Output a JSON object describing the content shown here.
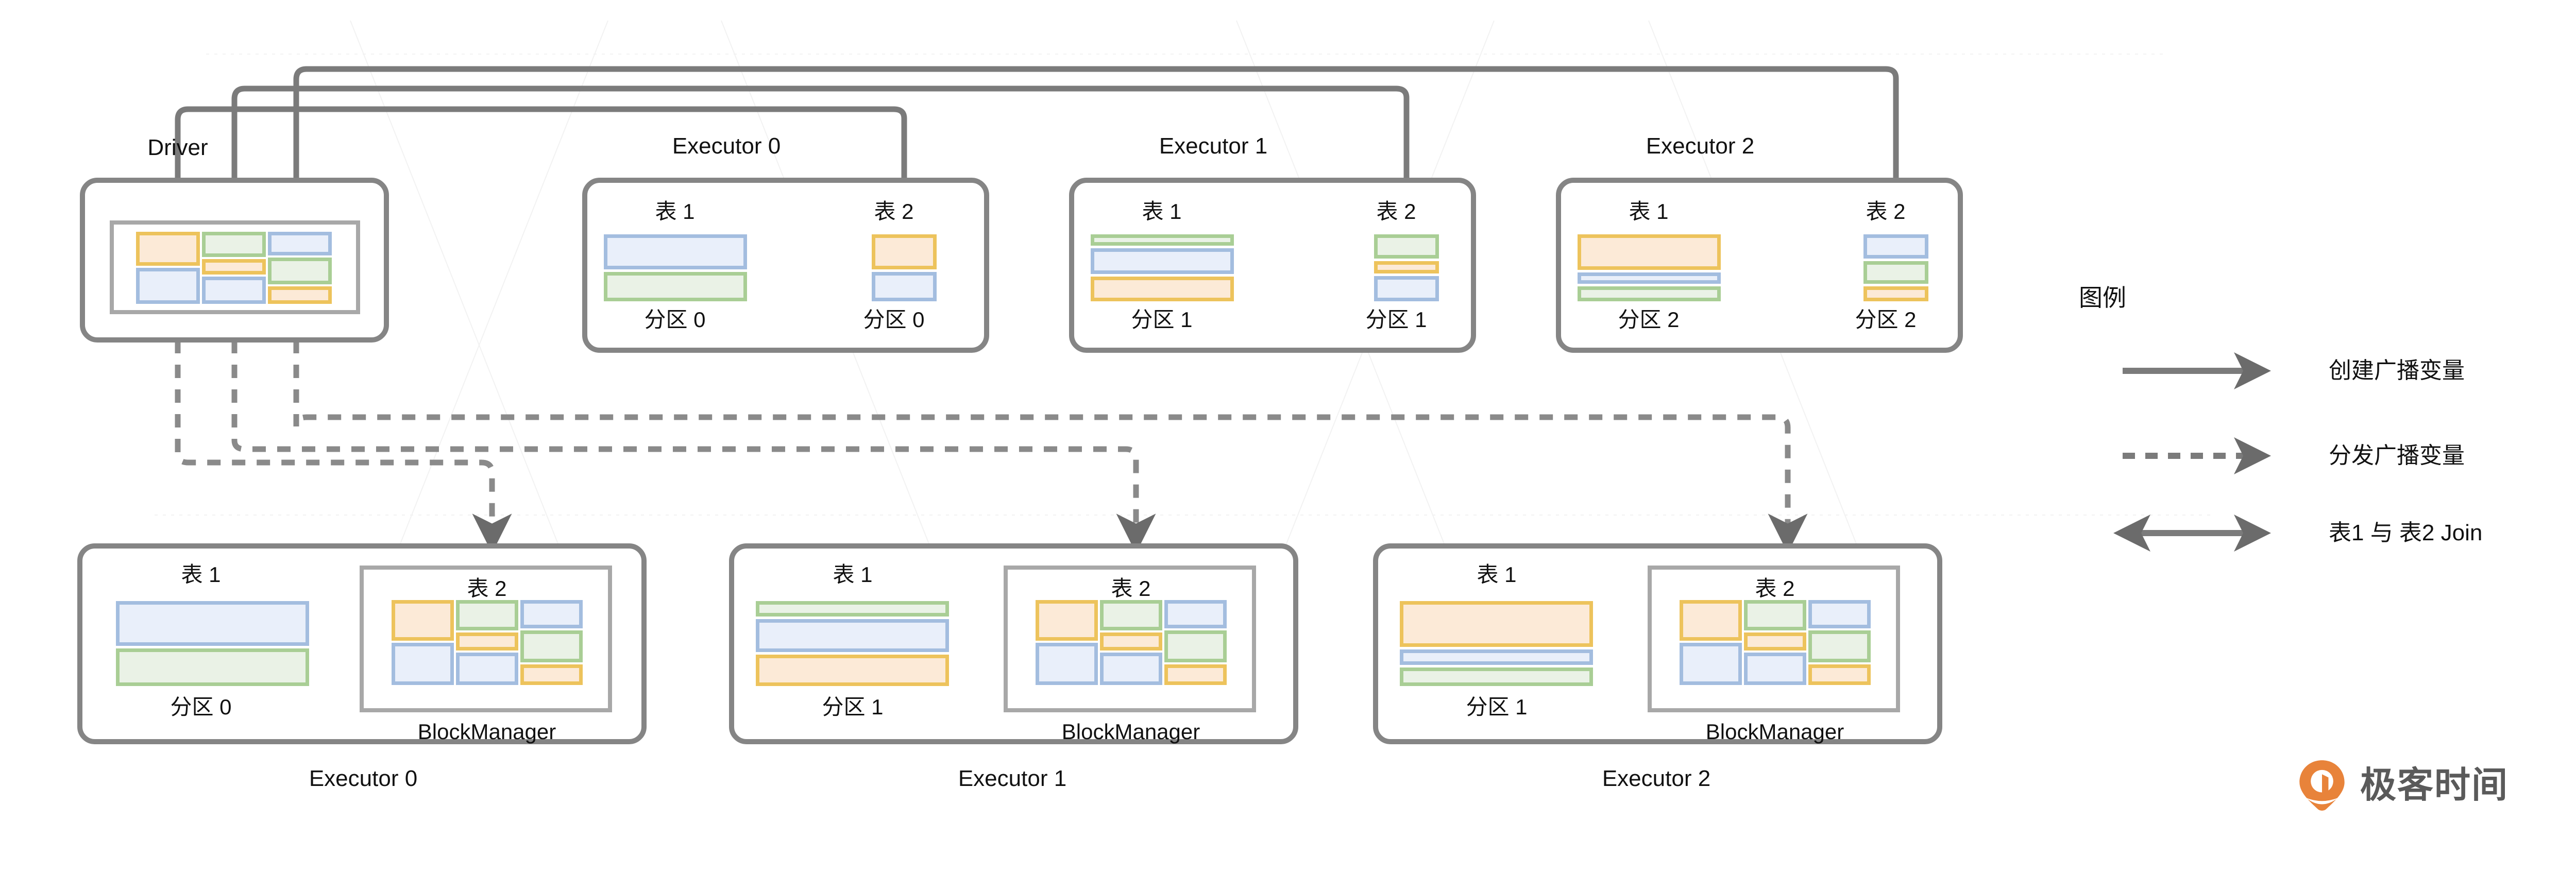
{
  "diagram": {
    "title_hidden": "Spark Broadcast Join data flow",
    "colors": {
      "stroke_gray": "#858585",
      "frame_gray": "#a8a8a8",
      "orange_fill": "#fcead7",
      "orange_border": "#edc35c",
      "green_fill": "#eaf2e6",
      "green_border": "#a9ce95",
      "blue_fill": "#e9effa",
      "blue_border": "#a3bddf",
      "brand_orange": "#e8833a",
      "logo_text": "#5a5a5a"
    }
  },
  "driver": {
    "title": "Driver",
    "grid_columns": [
      {
        "cells": [
          {
            "color": "orange",
            "h": 0.5
          },
          {
            "color": "blue",
            "h": 0.5
          }
        ]
      },
      {
        "cells": [
          {
            "color": "green",
            "h": 0.38
          },
          {
            "color": "orange",
            "h": 0.24
          },
          {
            "color": "blue",
            "h": 0.38
          }
        ]
      },
      {
        "cells": [
          {
            "color": "blue",
            "h": 0.36
          },
          {
            "color": "green",
            "h": 0.4
          },
          {
            "color": "orange",
            "h": 0.24
          }
        ]
      }
    ]
  },
  "top_executors": [
    {
      "title": "Executor 0",
      "table1": {
        "label": "表 1",
        "caption": "分区 0",
        "cells": [
          {
            "color": "blue",
            "h": 0.56
          },
          {
            "color": "green",
            "h": 0.44
          }
        ]
      },
      "table2": {
        "label": "表 2",
        "caption": "分区 0",
        "cells": [
          {
            "color": "orange",
            "h": 0.56
          },
          {
            "color": "blue",
            "h": 0.44
          }
        ]
      }
    },
    {
      "title": "Executor 1",
      "table1": {
        "label": "表 1",
        "caption": "分区 1",
        "cells": [
          {
            "color": "green",
            "h": 0.21
          },
          {
            "color": "blue",
            "h": 0.42
          },
          {
            "color": "orange",
            "h": 0.37
          }
        ]
      },
      "table2": {
        "label": "表 2",
        "caption": "分区 1",
        "cells": [
          {
            "color": "green",
            "h": 0.4
          },
          {
            "color": "orange",
            "h": 0.22
          },
          {
            "color": "blue",
            "h": 0.38
          }
        ]
      }
    },
    {
      "title": "Executor 2",
      "table1": {
        "label": "表 1",
        "caption": "分区 2",
        "cells": [
          {
            "color": "orange",
            "h": 0.57
          },
          {
            "color": "blue",
            "h": 0.21
          },
          {
            "color": "green",
            "h": 0.22
          }
        ]
      },
      "table2": {
        "label": "表 2",
        "caption": "分区 2",
        "cells": [
          {
            "color": "blue",
            "h": 0.4
          },
          {
            "color": "green",
            "h": 0.38
          },
          {
            "color": "orange",
            "h": 0.22
          }
        ]
      }
    }
  ],
  "bottom_executors": [
    {
      "title": "Executor 0",
      "table1": {
        "label": "表 1",
        "caption": "分区 0",
        "cells": [
          {
            "color": "blue",
            "h": 0.56
          },
          {
            "color": "green",
            "h": 0.44
          }
        ]
      },
      "table2": {
        "label": "表 2",
        "caption": "BlockManager"
      }
    },
    {
      "title": "Executor 1",
      "table1": {
        "label": "表 1",
        "caption": "分区 1",
        "cells": [
          {
            "color": "green",
            "h": 0.21
          },
          {
            "color": "blue",
            "h": 0.42
          },
          {
            "color": "orange",
            "h": 0.37
          }
        ]
      },
      "table2": {
        "label": "表 2",
        "caption": "BlockManager"
      }
    },
    {
      "title": "Executor 2",
      "table1": {
        "label": "表 1",
        "caption": "分区 1",
        "cells": [
          {
            "color": "orange",
            "h": 0.57
          },
          {
            "color": "blue",
            "h": 0.21
          },
          {
            "color": "green",
            "h": 0.22
          }
        ]
      },
      "table2": {
        "label": "表 2",
        "caption": "BlockManager"
      }
    }
  ],
  "block_manager_grid": {
    "columns": [
      {
        "cells": [
          {
            "color": "orange",
            "h": 0.5
          },
          {
            "color": "blue",
            "h": 0.5
          }
        ]
      },
      {
        "cells": [
          {
            "color": "green",
            "h": 0.38
          },
          {
            "color": "orange",
            "h": 0.24
          },
          {
            "color": "blue",
            "h": 0.38
          }
        ]
      },
      {
        "cells": [
          {
            "color": "blue",
            "h": 0.36
          },
          {
            "color": "green",
            "h": 0.4
          },
          {
            "color": "orange",
            "h": 0.24
          }
        ]
      }
    ]
  },
  "legend": {
    "title": "图例",
    "items": [
      {
        "style": "solid-arrow",
        "label": "创建广播变量"
      },
      {
        "style": "dashed-arrow",
        "label": "分发广播变量"
      },
      {
        "style": "double-arrow",
        "label": "表1 与 表2 Join"
      }
    ]
  },
  "brand": {
    "name": "极客时间",
    "mark": "geektime-pin-icon"
  }
}
